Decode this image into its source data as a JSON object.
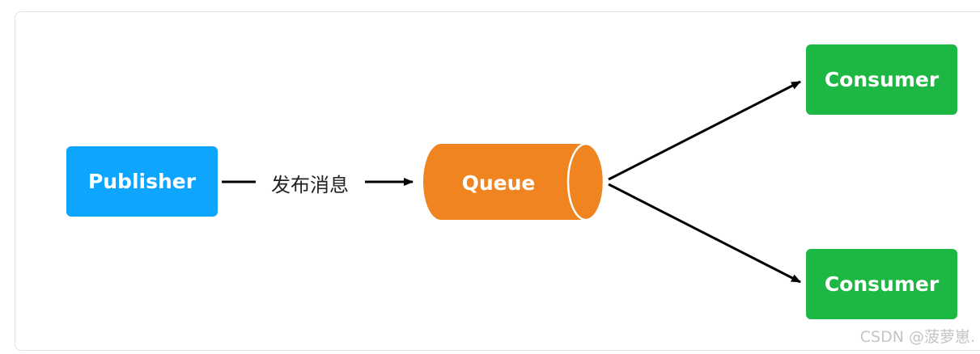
{
  "nodes": {
    "publisher": "Publisher",
    "queue": "Queue",
    "consumer_top": "Consumer",
    "consumer_bottom": "Consumer"
  },
  "edges": {
    "publish_label": "发布消息"
  },
  "watermark": "CSDN @菠萝崽.",
  "colors": {
    "publisher": "#0ea5ff",
    "queue": "#ef8420",
    "consumer": "#1db844",
    "arrow": "#000000"
  }
}
